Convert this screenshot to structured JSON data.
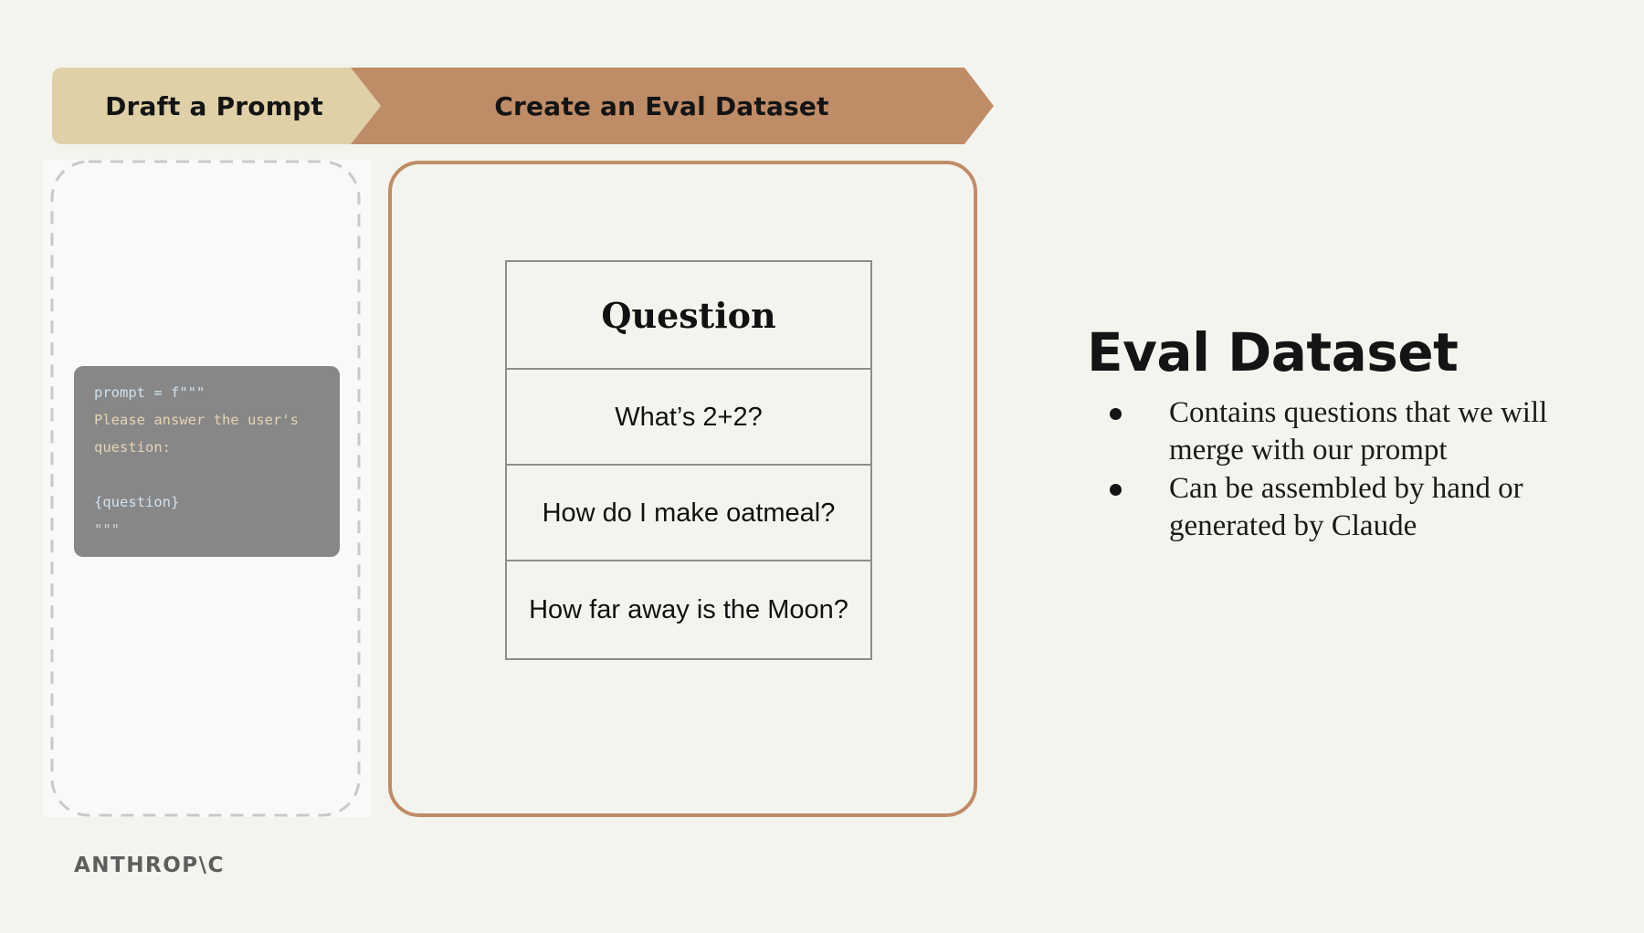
{
  "steps": [
    {
      "label": "Draft a Prompt",
      "color": "#e0d0a8"
    },
    {
      "label": "Create an Eval Dataset",
      "color": "#bf8c68"
    }
  ],
  "prompt_code": {
    "lines": [
      "prompt = f\"\"\"",
      "Please answer the user's",
      "question:",
      "",
      "{question}",
      "\"\"\""
    ]
  },
  "dataset_table": {
    "header": "Question",
    "rows": [
      "What’s 2+2?",
      "How do I make oatmeal?",
      "How far away is the Moon?"
    ]
  },
  "description": {
    "title": "Eval Dataset",
    "bullets": [
      "Contains questions that we will merge with our prompt",
      "Can be assembled by hand or generated by Claude"
    ]
  },
  "brand": {
    "logo_text": "ANTHROP\\C"
  },
  "colors": {
    "background": "#f4f4ef",
    "accent": "#bf8c68",
    "step1": "#e0d0a8",
    "code_bg": "#878787"
  }
}
